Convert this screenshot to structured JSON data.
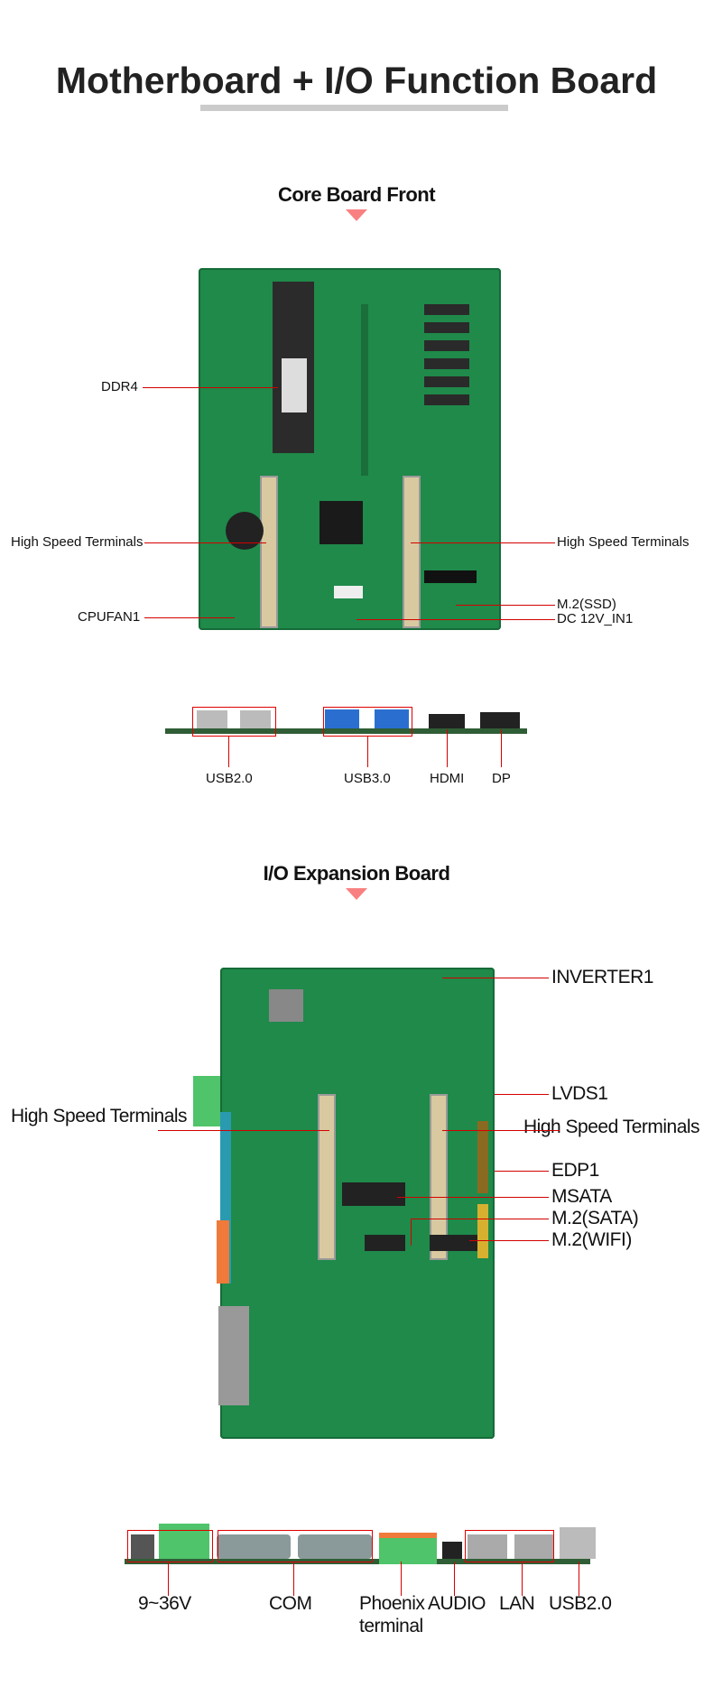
{
  "header": {
    "title": "Motherboard + I/O Function Board"
  },
  "core_board": {
    "title": "Core Board Front",
    "labels": {
      "ddr4": "DDR4",
      "hst_left": "High Speed Terminals",
      "cpufan": "CPUFAN1",
      "hst_right": "High Speed Terminals",
      "m2_ssd": "M.2(SSD)",
      "dc_in": "DC 12V_IN1"
    },
    "ports": {
      "usb2": "USB2.0",
      "usb3": "USB3.0",
      "hdmi": "HDMI",
      "dp": "DP"
    }
  },
  "io_board": {
    "title": "I/O Expansion Board",
    "labels": {
      "inverter": "INVERTER1",
      "lvds": "LVDS1",
      "hst_left": "High Speed Terminals",
      "hst_right": "High Speed Terminals",
      "edp": "EDP1",
      "msata": "MSATA",
      "m2_sata": "M.2(SATA)",
      "m2_wifi": "M.2(WIFI)"
    },
    "ports": {
      "power": "9~36V",
      "com": "COM",
      "phoenix_1": "Phoenix",
      "phoenix_2": "terminal",
      "audio": "AUDIO",
      "lan": "LAN",
      "usb2": "USB2.0"
    }
  },
  "colors": {
    "accent": "#f98080",
    "callout": "#d40000",
    "pcb": "#1f8a4a"
  }
}
